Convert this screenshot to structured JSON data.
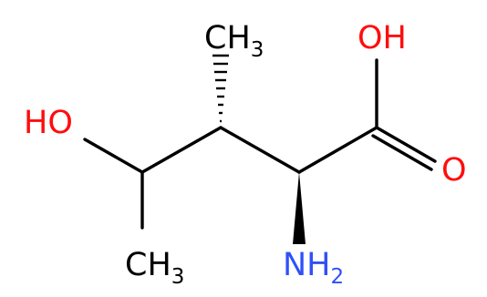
{
  "molecule": {
    "colors": {
      "bond": "#000000",
      "carbon": "#000000",
      "oxygen": "#ff0d0d",
      "nitrogen": "#3050f8"
    },
    "atoms": {
      "ch3_top": {
        "main": "CH",
        "sub": "3"
      },
      "oh_acid": {
        "main": "OH"
      },
      "ho_left": {
        "main": "HO"
      },
      "o_carbonyl": {
        "main": "O"
      },
      "ch3_bottom": {
        "main": "CH",
        "sub": "3"
      },
      "nh2": {
        "main": "NH",
        "sub": "2"
      }
    }
  }
}
